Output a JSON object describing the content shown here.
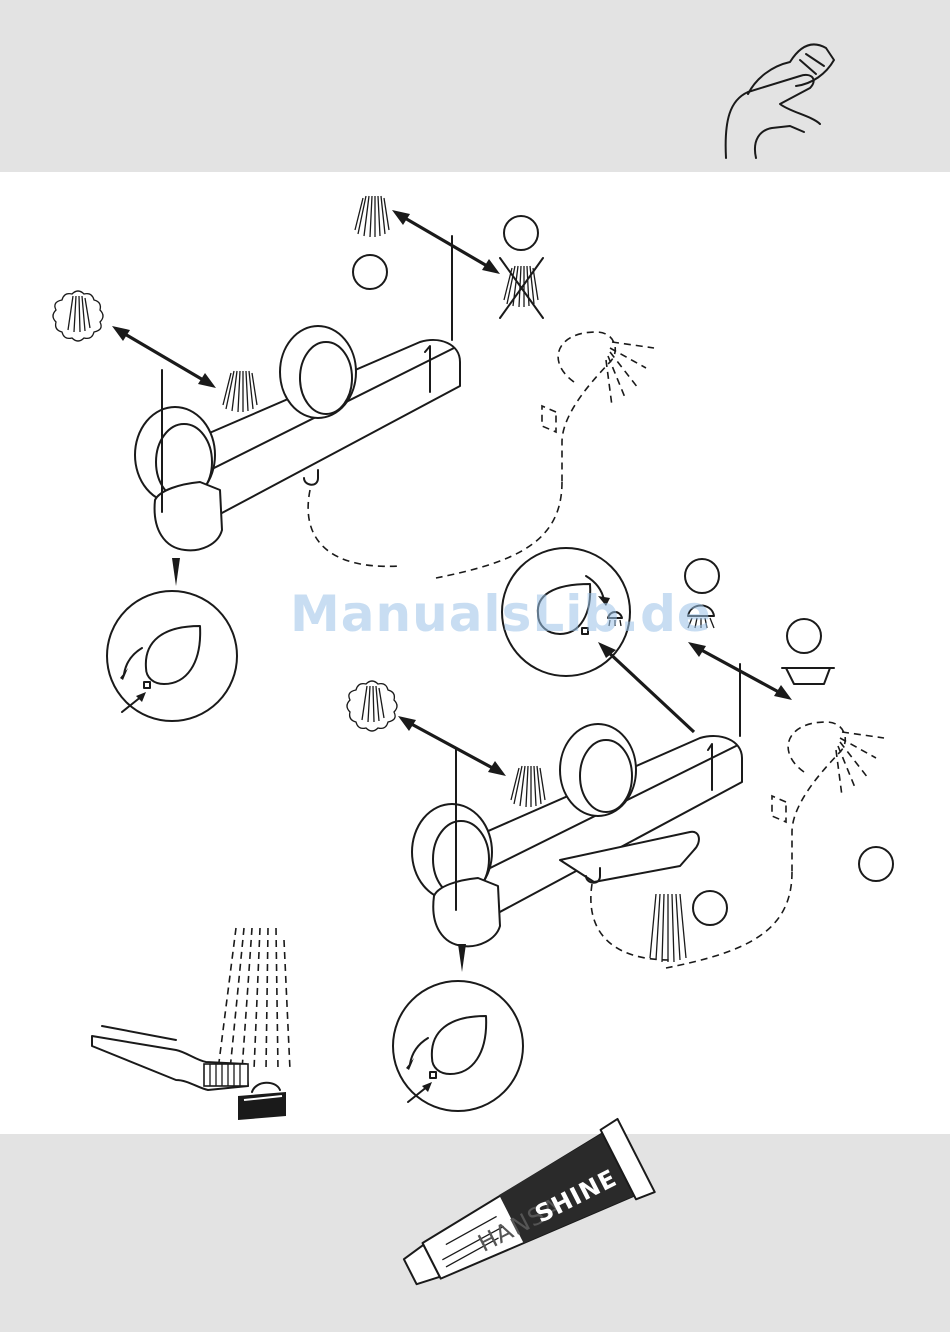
{
  "colors": {
    "band": "#e3e3e3",
    "line": "#1a1a1a",
    "watermark": "#9cc3e8",
    "tube_dark": "#2a2a2a"
  },
  "watermark": {
    "text": "ManualsLib.de"
  },
  "tube": {
    "brand_light": "HANSA",
    "brand_bold": "SHINE",
    "cap_brand": "HANSA"
  },
  "icons": [
    "hand-lever-icon",
    "spray-icon",
    "steam-spray-icon",
    "no-spray-icon",
    "shower-head-icon",
    "bathtub-icon",
    "toothbrush-icon",
    "cleaning-tube-icon"
  ]
}
